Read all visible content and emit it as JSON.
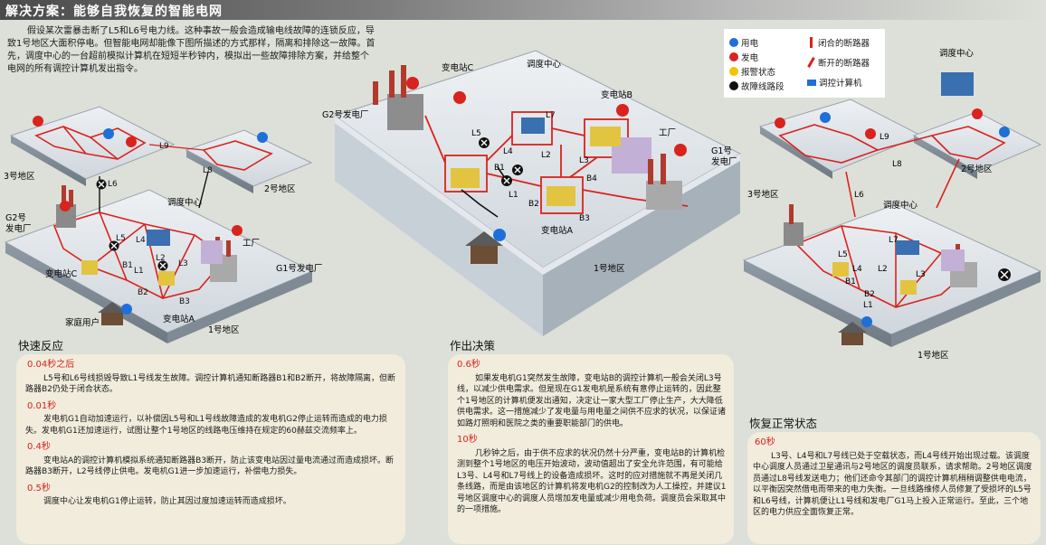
{
  "header": {
    "title": "解决方案：能够自我恢复的智能电网"
  },
  "intro": "假设某次雷暴击断了L5和L6号电力线。这种事故一般会造成输电线故障的连锁反应，导致1号地区大面积停电。但智能电网却能像下图所描述的方式那样，隔离和排除这一故障。首先，调度中心的一台超前模拟计算机在短短半秒钟内，模拟出一些故障排除方案，并给整个电网的所有调控计算机发出指令。",
  "legend": {
    "items": [
      {
        "icon": "power-use-icon",
        "label": "用电",
        "color": "#1f6fd8"
      },
      {
        "icon": "power-gen-icon",
        "label": "发电",
        "color": "#d9231e"
      },
      {
        "icon": "alarm-icon",
        "label": "报警状态",
        "color": "#f2c500"
      },
      {
        "icon": "fault-icon",
        "label": "故障线路段",
        "color": "#111111"
      },
      {
        "icon": "closed-breaker-icon",
        "label": "闭合的断路器",
        "color": "#d9231e"
      },
      {
        "icon": "open-breaker-icon",
        "label": "断开的断路器",
        "color": "#d9231e"
      },
      {
        "icon": "control-computer-icon",
        "label": "调控计算机",
        "color": "#1f6fd8"
      }
    ]
  },
  "diagrams": {
    "left": {
      "region3": "3号地区",
      "region2": "2号地区",
      "region1": "1号地区",
      "g2": "G2号\n发电厂",
      "g1": "G1号发电厂",
      "dispatch": "调度中心",
      "factory": "工厂",
      "subC": "变电站C",
      "subA": "变电站A",
      "home": "家庭用户",
      "lines": [
        "L9",
        "L8",
        "L6",
        "L5",
        "L4",
        "L2",
        "L3",
        "L1"
      ],
      "breakers": [
        "B1",
        "B2",
        "B3"
      ]
    },
    "middle": {
      "subC": "变电站C",
      "dispatch": "调度中心",
      "subB": "变电站B",
      "g2": "G2号发电厂",
      "g1": "G1号\n发电厂",
      "factory": "工厂",
      "subA": "变电站A",
      "region1": "1号地区",
      "lines": [
        "L5",
        "L4",
        "L7",
        "L2",
        "L3",
        "L1"
      ],
      "breakers": [
        "B1",
        "B2",
        "B3",
        "B4"
      ]
    },
    "right": {
      "dispatch_top": "调度中心",
      "region3": "3号地区",
      "region2": "2号地区",
      "region1": "1号地区",
      "dispatch": "调度中心",
      "lines": [
        "L9",
        "L8",
        "L6",
        "L5",
        "L4",
        "L7",
        "L2",
        "L3",
        "L1"
      ],
      "breakers": [
        "B1",
        "B2"
      ]
    }
  },
  "sections": {
    "quick": {
      "title": "快速反应",
      "steps": [
        {
          "time": "0.04秒之后",
          "text": "L5号和L6号线损毁导致L1号线发生故障。调控计算机通知断路器B1和B2断开，将故障隔离，但断路器B2仍处于闭合状态。"
        },
        {
          "time": "0.01秒",
          "text": "发电机G1自动加速运行，以补偿因L5号和L1号线故障造成的发电机G2停止运转而造成的电力损失。发电机G1还加速运行，试图让整个1号地区的线路电压维持在规定的60赫兹交流频率上。"
        },
        {
          "time": "0.4秒",
          "text": "变电站A的调控计算机模拟系统通知断路器B3断开，防止该变电站因过量电流通过而造成损坏。断路器B3断开，L2号线停止供电。发电机G1进一步加速运行，补偿电力损失。"
        },
        {
          "time": "0.5秒",
          "text": "调度中心让发电机G1停止运转，防止其因过度加速运转而造成损坏。"
        }
      ]
    },
    "decide": {
      "title": "作出决策",
      "steps": [
        {
          "time": "0.6秒",
          "text": "如果发电机G1突然发生故障，变电站B的调控计算机一般会关闭L3号线，以减少供电需求。但是现在G1发电机是系统有意停止运转的，因此整个1号地区的计算机便发出通知，决定让一家大型工厂停止生产，大大降低供电需求。这一措施减少了发电量与用电量之间供不应求的状况，以保证诸如路灯照明和医院之类的重要职能部门的供电。"
        },
        {
          "time": "10秒",
          "text": "几秒钟之后，由于供不应求的状况仍然十分严重，变电站B的计算机检测到整个1号地区的电压开始波动，波动值超出了安全允许范围，有可能给L3号、L4号和L7号线上的设备造成损坏。这时的应对措施就不再是关闭几条线路，而是由该地区的计算机将发电机G2的控制改为人工操控，并建议1号地区调度中心的调度人员增加发电量或减少用电负荷。调度员会采取其中的一项措施。"
        }
      ]
    },
    "restore": {
      "title": "恢复正常状态",
      "steps": [
        {
          "time": "60秒",
          "text": "L3号、L4号和L7号线已处于空载状态，而L4号线开始出现过载。该调度中心调度人员通过卫星通讯与2号地区的调度员联系，请求帮助。2号地区调度员通过L8号线发送电力；他们还命令其部门的调控计算机稍稍调整供电电流，以平衡因突然借电而带来的电力失衡。一旦线路维修人员修复了受损坏的L5号和L6号线，计算机便让L1号线和发电厂G1马上投入正常运行。至此，三个地区的电力供应全面恢复正常。"
        }
      ]
    }
  }
}
